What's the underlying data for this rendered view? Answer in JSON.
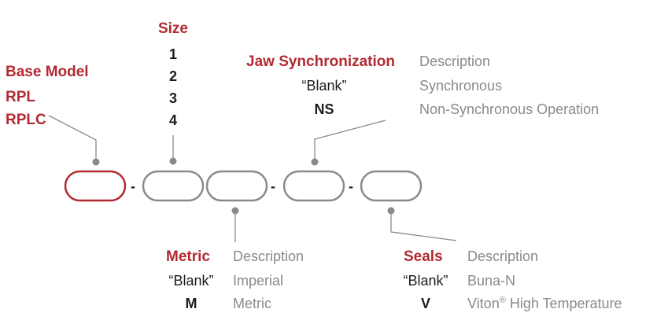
{
  "base_model": {
    "title": "Base Model",
    "options": [
      "RPL",
      "RPLC"
    ]
  },
  "size": {
    "title": "Size",
    "options": [
      "1",
      "2",
      "3",
      "4"
    ]
  },
  "jaw_sync": {
    "title": "Jaw Synchronization",
    "desc_header": "Description",
    "codes": [
      "“Blank”",
      "NS"
    ],
    "descriptions": [
      "Synchronous",
      "Non-Synchronous Operation"
    ]
  },
  "metric": {
    "title": "Metric",
    "desc_header": "Description",
    "codes": [
      "“Blank”",
      "M"
    ],
    "descriptions": [
      "Imperial",
      "Metric"
    ]
  },
  "seals": {
    "title": "Seals",
    "desc_header": "Description",
    "codes": [
      "“Blank”",
      "V"
    ],
    "descriptions": [
      "Buna-N",
      "Viton",
      "High Temperature"
    ],
    "registered_mark": "®"
  },
  "separator": "-",
  "colors": {
    "accent": "#b22a31",
    "gray": "#8a8a8a",
    "text": "#1c1c1c"
  }
}
